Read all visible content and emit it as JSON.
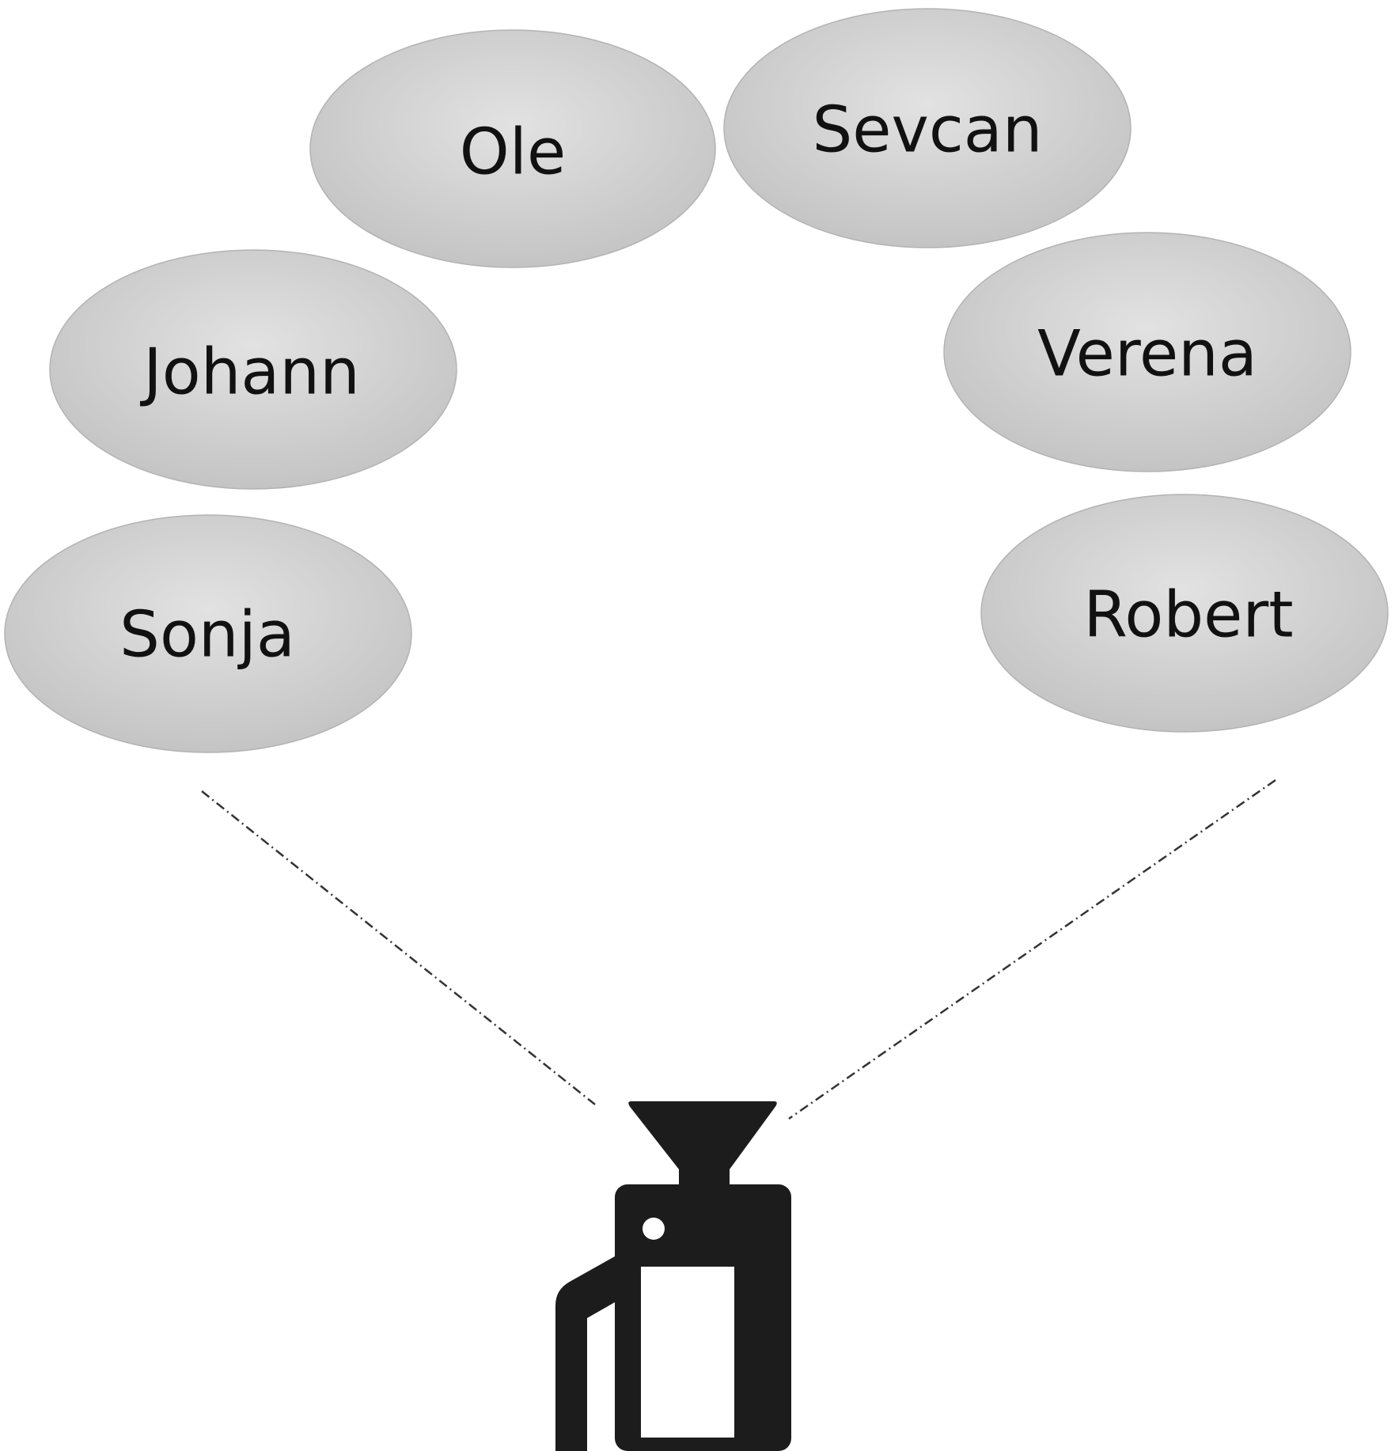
{
  "people": [
    {
      "id": "ole",
      "name": "Ole"
    },
    {
      "id": "sevcan",
      "name": "Sevcan"
    },
    {
      "id": "johann",
      "name": "Johann"
    },
    {
      "id": "verena",
      "name": "Verena"
    },
    {
      "id": "sonja",
      "name": "Sonja"
    },
    {
      "id": "robert",
      "name": "Robert"
    }
  ],
  "icons": {
    "camera": "video-camera-icon"
  },
  "colors": {
    "ellipse_fill_light": "#e0e0e0",
    "ellipse_fill_dark": "#c2c2c2",
    "ellipse_stroke": "#b3b3b3",
    "label_text": "#111111",
    "camera": "#1c1c1c",
    "view_line": "#333333"
  }
}
